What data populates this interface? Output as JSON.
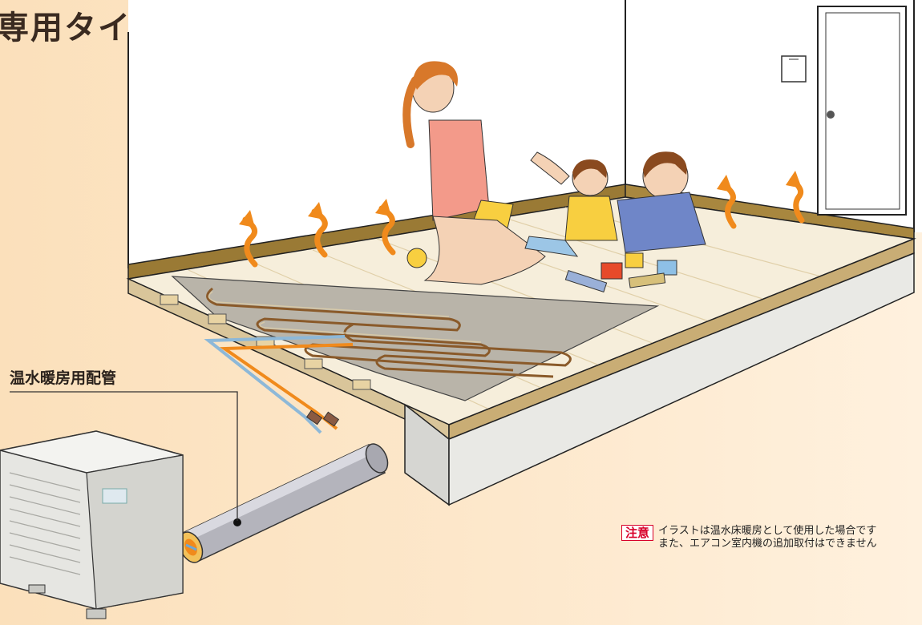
{
  "headline": "専用タイプの熱源機です。",
  "pipe_label": "温水暖房用配管",
  "notice": {
    "badge": "注意",
    "line1": "イラストは温水床暖房として使用した場合です",
    "line2": "また、エアコン室内機の追加取付はできません"
  },
  "colors": {
    "background": "#fbe0bb",
    "heat_arrow": "#f08a1c",
    "notice_red": "#d8002a"
  },
  "icons": [
    "heat-arrow-icon",
    "door-icon",
    "wall-switch-icon",
    "outdoor-unit-icon"
  ]
}
